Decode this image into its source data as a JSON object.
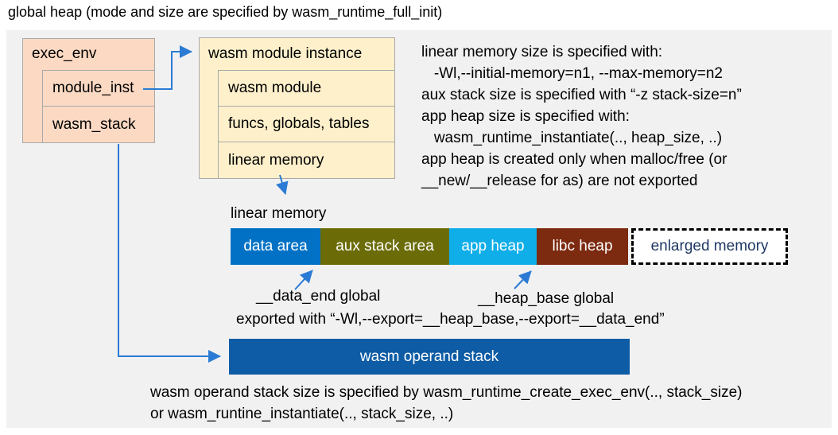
{
  "title": "global heap (mode and size are specified by wasm_runtime_full_init)",
  "exec_env_box": {
    "title": "exec_env",
    "rows": [
      "module_inst",
      "wasm_stack"
    ]
  },
  "module_instance_box": {
    "title": "wasm module instance",
    "rows": [
      "wasm module",
      "funcs, globals, tables",
      "linear memory"
    ]
  },
  "notes_right": {
    "lines": [
      "linear memory size is specified with:",
      "   -Wl,--initial-memory=n1, --max-memory=n2",
      "aux stack size is specified with “-z stack-size=n”",
      "app heap size is specified with:",
      "   wasm_runtime_instantiate(.., heap_size, ..)",
      "app heap is created only when malloc/free (or",
      "__new/__release for as) are not exported"
    ]
  },
  "linear_memory": {
    "label": "linear memory",
    "segments": [
      {
        "label": "data area",
        "color": "#0071c5"
      },
      {
        "label": "aux stack area",
        "color": "#6b6c08"
      },
      {
        "label": "app heap",
        "color": "#10aee8"
      },
      {
        "label": "libc heap",
        "color": "#7c2a10"
      },
      {
        "label": "enlarged memory",
        "color": "#ffffff",
        "text_color": "#1f3864",
        "border_style": "dashed"
      }
    ]
  },
  "annotations": {
    "data_end": "__data_end global",
    "heap_base": "__heap_base global",
    "exported": "exported with “-Wl,--export=__heap_base,--export=__data_end”"
  },
  "operand_stack": {
    "label": "wasm operand stack",
    "note_lines": [
      "wasm operand stack size is specified by wasm_runtime_create_exec_env(.., stack_size)",
      "or wasm_runtine_instantiate(.., stack_size, ..)"
    ]
  },
  "colors": {
    "panel_bg": "#f1f1f2",
    "exec_env_fill": "#fbd9c3",
    "module_instance_fill": "#fdf0cb",
    "box_border": "#a9a9a9",
    "arrow_blue": "#2b7bd4",
    "operand_stack_fill": "#0d5ca5",
    "enlarged_text": "#1f3864"
  }
}
